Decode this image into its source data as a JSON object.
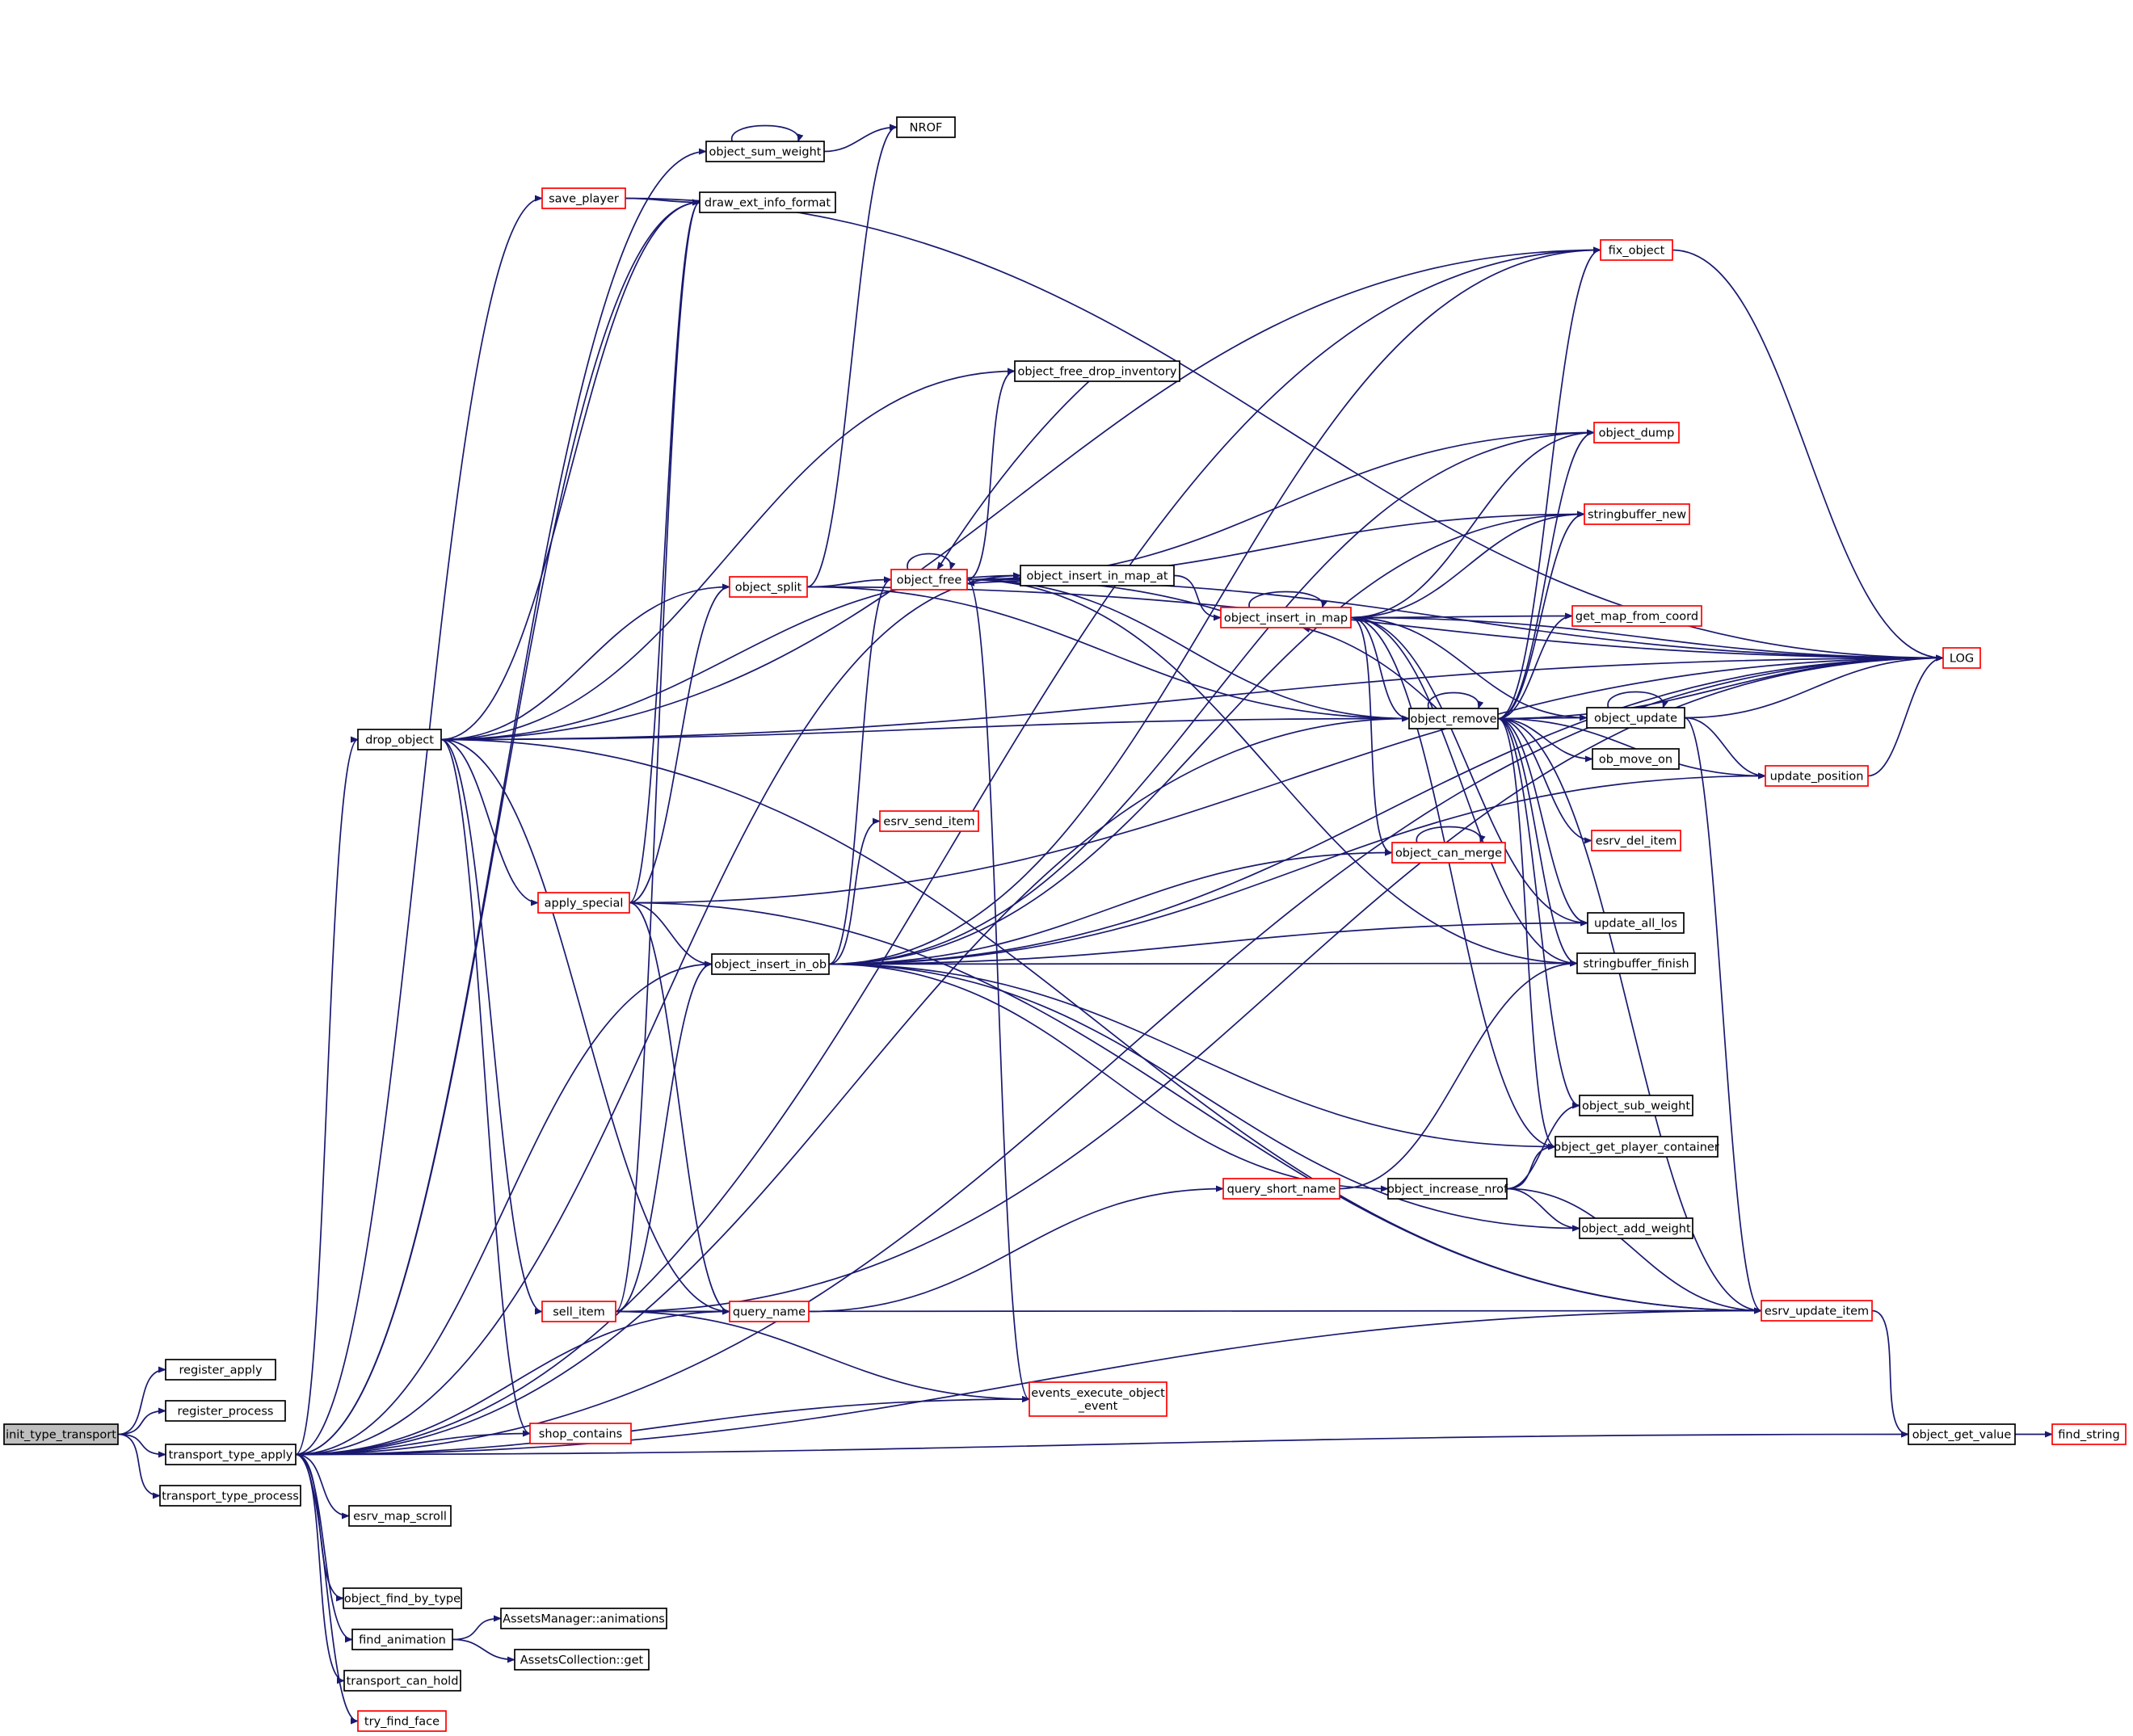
{
  "colors": {
    "edge": "#191970",
    "plain_border": "#000000",
    "truncated_border": "#ff0000",
    "root_fill": "#bfbfbf"
  },
  "nodes": [
    {
      "id": "init_type_transport",
      "label": "init_type_transport",
      "style": "root"
    },
    {
      "id": "register_apply",
      "label": "register_apply",
      "style": "black"
    },
    {
      "id": "register_process",
      "label": "register_process",
      "style": "black"
    },
    {
      "id": "transport_type_apply",
      "label": "transport_type_apply",
      "style": "black"
    },
    {
      "id": "transport_type_process",
      "label": "transport_type_process",
      "style": "black"
    },
    {
      "id": "drop_object",
      "label": "drop_object",
      "style": "black"
    },
    {
      "id": "save_player",
      "label": "save_player",
      "style": "red"
    },
    {
      "id": "apply_special",
      "label": "apply_special",
      "style": "red"
    },
    {
      "id": "sell_item",
      "label": "sell_item",
      "style": "red"
    },
    {
      "id": "shop_contains",
      "label": "shop_contains",
      "style": "red"
    },
    {
      "id": "esrv_map_scroll",
      "label": "esrv_map_scroll",
      "style": "black"
    },
    {
      "id": "object_find_by_type",
      "label": "object_find_by_type",
      "style": "black"
    },
    {
      "id": "find_animation",
      "label": "find_animation",
      "style": "black"
    },
    {
      "id": "transport_can_hold",
      "label": "transport_can_hold",
      "style": "black"
    },
    {
      "id": "try_find_face",
      "label": "try_find_face",
      "style": "red"
    },
    {
      "id": "assets_animations",
      "label": "AssetsManager::animations",
      "style": "black"
    },
    {
      "id": "assets_get",
      "label": "AssetsCollection::get",
      "style": "black"
    },
    {
      "id": "object_sum_weight",
      "label": "object_sum_weight",
      "style": "black"
    },
    {
      "id": "draw_ext_info_format",
      "label": "draw_ext_info_format",
      "style": "black"
    },
    {
      "id": "object_split",
      "label": "object_split",
      "style": "red"
    },
    {
      "id": "object_insert_in_ob",
      "label": "object_insert_in_ob",
      "style": "black"
    },
    {
      "id": "query_name",
      "label": "query_name",
      "style": "red"
    },
    {
      "id": "NROF",
      "label": "NROF",
      "style": "black"
    },
    {
      "id": "object_free_drop_inventory",
      "label": "object_free_drop_inventory",
      "style": "black"
    },
    {
      "id": "object_free",
      "label": "object_free",
      "style": "red"
    },
    {
      "id": "object_insert_in_map_at",
      "label": "object_insert_in_map_at",
      "style": "black"
    },
    {
      "id": "esrv_send_item",
      "label": "esrv_send_item",
      "style": "red"
    },
    {
      "id": "events_execute_object_event",
      "label": "events_execute_object\n_event",
      "style": "red"
    },
    {
      "id": "object_insert_in_map",
      "label": "object_insert_in_map",
      "style": "red"
    },
    {
      "id": "object_remove",
      "label": "object_remove",
      "style": "black"
    },
    {
      "id": "query_short_name",
      "label": "query_short_name",
      "style": "red"
    },
    {
      "id": "object_increase_nrof",
      "label": "object_increase_nrof",
      "style": "black"
    },
    {
      "id": "fix_object",
      "label": "fix_object",
      "style": "red"
    },
    {
      "id": "object_dump",
      "label": "object_dump",
      "style": "red"
    },
    {
      "id": "stringbuffer_new",
      "label": "stringbuffer_new",
      "style": "red"
    },
    {
      "id": "get_map_from_coord",
      "label": "get_map_from_coord",
      "style": "red"
    },
    {
      "id": "object_update",
      "label": "object_update",
      "style": "black"
    },
    {
      "id": "ob_move_on",
      "label": "ob_move_on",
      "style": "black"
    },
    {
      "id": "esrv_del_item",
      "label": "esrv_del_item",
      "style": "red"
    },
    {
      "id": "object_can_merge",
      "label": "object_can_merge",
      "style": "red"
    },
    {
      "id": "update_all_los",
      "label": "update_all_los",
      "style": "black"
    },
    {
      "id": "stringbuffer_finish",
      "label": "stringbuffer_finish",
      "style": "black"
    },
    {
      "id": "object_sub_weight",
      "label": "object_sub_weight",
      "style": "black"
    },
    {
      "id": "object_get_player_container",
      "label": "object_get_player_container",
      "style": "black"
    },
    {
      "id": "object_add_weight",
      "label": "object_add_weight",
      "style": "black"
    },
    {
      "id": "esrv_update_item",
      "label": "esrv_update_item",
      "style": "red"
    },
    {
      "id": "update_position",
      "label": "update_position",
      "style": "red"
    },
    {
      "id": "LOG",
      "label": "LOG",
      "style": "red"
    },
    {
      "id": "object_get_value",
      "label": "object_get_value",
      "style": "black"
    },
    {
      "id": "find_string",
      "label": "find_string",
      "style": "red"
    }
  ],
  "edges": [
    [
      "init_type_transport",
      "register_apply"
    ],
    [
      "init_type_transport",
      "register_process"
    ],
    [
      "init_type_transport",
      "transport_type_apply"
    ],
    [
      "init_type_transport",
      "transport_type_process"
    ],
    [
      "transport_type_apply",
      "drop_object"
    ],
    [
      "transport_type_apply",
      "save_player"
    ],
    [
      "transport_type_apply",
      "draw_ext_info_format"
    ],
    [
      "transport_type_apply",
      "object_sum_weight"
    ],
    [
      "transport_type_apply",
      "object_insert_in_ob"
    ],
    [
      "transport_type_apply",
      "object_remove"
    ],
    [
      "transport_type_apply",
      "query_name"
    ],
    [
      "transport_type_apply",
      "shop_contains"
    ],
    [
      "transport_type_apply",
      "esrv_map_scroll"
    ],
    [
      "transport_type_apply",
      "object_find_by_type"
    ],
    [
      "transport_type_apply",
      "find_animation"
    ],
    [
      "transport_type_apply",
      "transport_can_hold"
    ],
    [
      "transport_type_apply",
      "try_find_face"
    ],
    [
      "transport_type_apply",
      "object_get_value"
    ],
    [
      "transport_type_apply",
      "esrv_update_item"
    ],
    [
      "transport_type_apply",
      "events_execute_object_event"
    ],
    [
      "transport_type_apply",
      "fix_object"
    ],
    [
      "transport_type_apply",
      "LOG"
    ],
    [
      "transport_type_apply",
      "object_insert_in_map_at"
    ],
    [
      "find_animation",
      "assets_animations"
    ],
    [
      "find_animation",
      "assets_get"
    ],
    [
      "drop_object",
      "apply_special"
    ],
    [
      "drop_object",
      "sell_item"
    ],
    [
      "drop_object",
      "shop_contains"
    ],
    [
      "drop_object",
      "query_name"
    ],
    [
      "drop_object",
      "object_split"
    ],
    [
      "drop_object",
      "object_remove"
    ],
    [
      "drop_object",
      "object_insert_in_map_at"
    ],
    [
      "drop_object",
      "object_free_drop_inventory"
    ],
    [
      "drop_object",
      "draw_ext_info_format"
    ],
    [
      "drop_object",
      "esrv_update_item"
    ],
    [
      "drop_object",
      "fix_object"
    ],
    [
      "drop_object",
      "LOG"
    ],
    [
      "save_player",
      "draw_ext_info_format"
    ],
    [
      "save_player",
      "LOG"
    ],
    [
      "object_sum_weight",
      "object_sum_weight"
    ],
    [
      "object_sum_weight",
      "NROF"
    ],
    [
      "apply_special",
      "object_insert_in_ob"
    ],
    [
      "apply_special",
      "object_split"
    ],
    [
      "apply_special",
      "draw_ext_info_format"
    ],
    [
      "apply_special",
      "query_name"
    ],
    [
      "apply_special",
      "esrv_update_item"
    ],
    [
      "apply_special",
      "LOG"
    ],
    [
      "sell_item",
      "query_name"
    ],
    [
      "sell_item",
      "events_execute_object_event"
    ],
    [
      "sell_item",
      "object_insert_in_ob"
    ],
    [
      "sell_item",
      "draw_ext_info_format"
    ],
    [
      "sell_item",
      "esrv_update_item"
    ],
    [
      "sell_item",
      "LOG"
    ],
    [
      "object_split",
      "object_free"
    ],
    [
      "object_split",
      "NROF"
    ],
    [
      "object_split",
      "object_remove"
    ],
    [
      "object_split",
      "LOG"
    ],
    [
      "object_insert_in_ob",
      "object_free"
    ],
    [
      "object_insert_in_ob",
      "esrv_send_item"
    ],
    [
      "object_insert_in_ob",
      "object_can_merge"
    ],
    [
      "object_insert_in_ob",
      "update_all_los"
    ],
    [
      "object_insert_in_ob",
      "stringbuffer_finish"
    ],
    [
      "object_insert_in_ob",
      "object_get_player_container"
    ],
    [
      "object_insert_in_ob",
      "object_increase_nrof"
    ],
    [
      "object_insert_in_ob",
      "object_add_weight"
    ],
    [
      "object_insert_in_ob",
      "update_position"
    ],
    [
      "object_insert_in_ob",
      "LOG"
    ],
    [
      "object_insert_in_ob",
      "fix_object"
    ],
    [
      "object_insert_in_ob",
      "object_dump"
    ],
    [
      "object_insert_in_ob",
      "stringbuffer_new"
    ],
    [
      "query_name",
      "query_short_name"
    ],
    [
      "object_free",
      "object_free"
    ],
    [
      "object_free",
      "object_insert_in_map_at"
    ],
    [
      "object_free",
      "object_free_drop_inventory"
    ],
    [
      "object_free",
      "object_remove"
    ],
    [
      "object_free",
      "events_execute_object_event"
    ],
    [
      "object_free",
      "object_dump"
    ],
    [
      "object_free",
      "stringbuffer_new"
    ],
    [
      "object_free",
      "stringbuffer_finish"
    ],
    [
      "object_free",
      "LOG"
    ],
    [
      "object_free_drop_inventory",
      "object_free"
    ],
    [
      "object_insert_in_map_at",
      "object_insert_in_map"
    ],
    [
      "object_insert_in_map",
      "object_insert_in_map"
    ],
    [
      "object_insert_in_map",
      "object_free"
    ],
    [
      "object_insert_in_map",
      "object_remove"
    ],
    [
      "object_insert_in_map",
      "get_map_from_coord"
    ],
    [
      "object_insert_in_map",
      "LOG"
    ],
    [
      "object_insert_in_map",
      "object_update"
    ],
    [
      "object_insert_in_map",
      "object_can_merge"
    ],
    [
      "object_insert_in_map",
      "update_all_los"
    ],
    [
      "object_insert_in_map",
      "stringbuffer_finish"
    ],
    [
      "object_insert_in_map",
      "object_dump"
    ],
    [
      "object_insert_in_map",
      "stringbuffer_new"
    ],
    [
      "object_insert_in_map",
      "object_get_player_container"
    ],
    [
      "object_remove",
      "object_remove"
    ],
    [
      "object_remove",
      "object_update"
    ],
    [
      "object_remove",
      "LOG"
    ],
    [
      "object_remove",
      "ob_move_on"
    ],
    [
      "object_remove",
      "update_position"
    ],
    [
      "object_remove",
      "esrv_del_item"
    ],
    [
      "object_remove",
      "update_all_los"
    ],
    [
      "object_remove",
      "stringbuffer_finish"
    ],
    [
      "object_remove",
      "object_sub_weight"
    ],
    [
      "object_remove",
      "esrv_update_item"
    ],
    [
      "object_remove",
      "fix_object"
    ],
    [
      "object_remove",
      "object_dump"
    ],
    [
      "object_remove",
      "stringbuffer_new"
    ],
    [
      "object_remove",
      "get_map_from_coord"
    ],
    [
      "object_remove",
      "object_insert_in_map"
    ],
    [
      "object_remove",
      "object_get_player_container"
    ],
    [
      "object_update",
      "object_update"
    ],
    [
      "object_update",
      "LOG"
    ],
    [
      "object_update",
      "update_position"
    ],
    [
      "object_update",
      "esrv_update_item"
    ],
    [
      "update_position",
      "LOG"
    ],
    [
      "fix_object",
      "LOG"
    ],
    [
      "object_can_merge",
      "object_can_merge"
    ],
    [
      "query_short_name",
      "stringbuffer_finish"
    ],
    [
      "object_increase_nrof",
      "object_sub_weight"
    ],
    [
      "object_increase_nrof",
      "object_get_player_container"
    ],
    [
      "object_increase_nrof",
      "object_add_weight"
    ],
    [
      "object_increase_nrof",
      "esrv_update_item"
    ],
    [
      "esrv_update_item",
      "object_get_value"
    ],
    [
      "object_get_value",
      "find_string"
    ]
  ]
}
